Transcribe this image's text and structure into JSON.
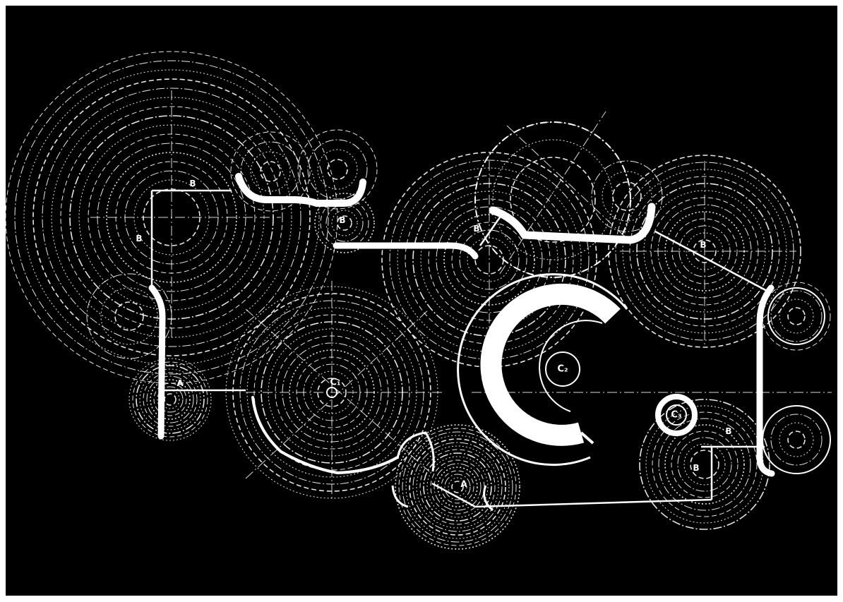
{
  "diagram": {
    "background_color": "#000000",
    "line_color": "#ffffff",
    "labels": {
      "b_top_left": "B",
      "b_left": "B",
      "b_center_small": "B",
      "b_center_right": "B",
      "b_right": "B",
      "b_lower_right_1": "B",
      "b_lower_right_2": "B",
      "a_left": "A",
      "a_bottom": "A",
      "c1": "C₁",
      "c2": "C₂",
      "c3": "C₃"
    }
  }
}
